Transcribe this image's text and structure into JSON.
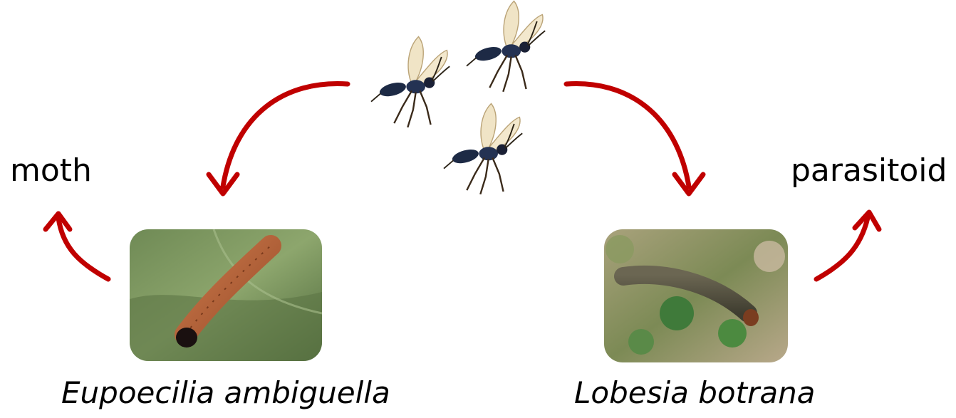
{
  "labels": {
    "moth": "moth",
    "parasitoid": "parasitoid"
  },
  "species": {
    "left": "Eupoecilia ambiguella",
    "right": "Lobesia botrana"
  },
  "colors": {
    "arrow": "#c00000",
    "text": "#000000"
  },
  "icons": [
    "wasp-icon",
    "larva-photo"
  ]
}
